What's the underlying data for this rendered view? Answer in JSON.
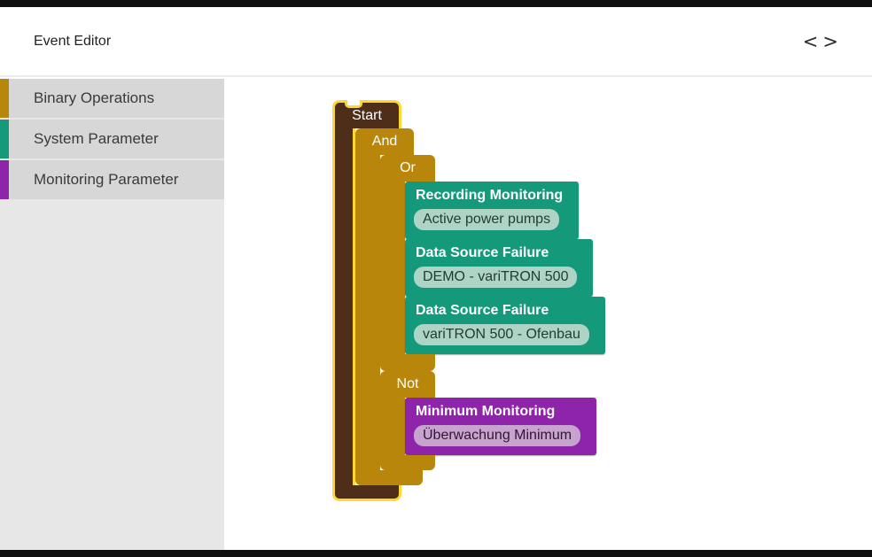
{
  "header": {
    "title": "Event Editor",
    "chevron_left": "<",
    "chevron_right": ">"
  },
  "sidebar": {
    "items": [
      {
        "label": "Binary Operations",
        "accent_color": "#b8860b"
      },
      {
        "label": "System Parameter",
        "accent_color": "#149a7b"
      },
      {
        "label": "Monitoring Parameter",
        "accent_color": "#8e24aa"
      }
    ]
  },
  "workspace": {
    "selected_block": "Start",
    "selection_outline_color": "#fdd835",
    "blocks": {
      "start": {
        "label": "Start",
        "color": "#4e2e18"
      },
      "and": {
        "label": "And",
        "color": "#b8860b"
      },
      "or": {
        "label": "Or",
        "color": "#b8860b"
      },
      "not": {
        "label": "Not",
        "color": "#b8860b"
      },
      "or_children": [
        {
          "type": "Recording Monitoring",
          "value": "Active power pumps",
          "color": "#149a7b"
        },
        {
          "type": "Data Source Failure",
          "value": "DEMO - variTRON 500",
          "color": "#149a7b"
        },
        {
          "type": "Data Source Failure",
          "value": "variTRON 500 - Ofenbau",
          "color": "#149a7b"
        }
      ],
      "not_children": [
        {
          "type": "Minimum Monitoring",
          "value": "Überwachung Minimum",
          "color": "#8e24aa"
        }
      ]
    }
  }
}
